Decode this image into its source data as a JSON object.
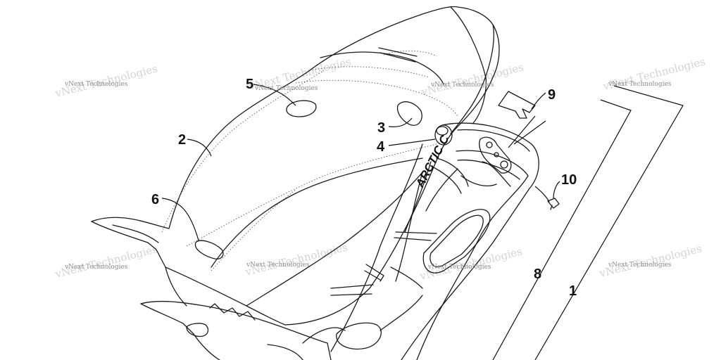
{
  "callouts": {
    "c1": "1",
    "c2": "2",
    "c3": "3",
    "c4": "4",
    "c5": "5",
    "c6": "6",
    "c8": "8",
    "c9": "9",
    "c10": "10"
  },
  "watermark": {
    "text": "vNext Technologies"
  },
  "decals": {
    "side_brand": "ARCTIC C"
  }
}
